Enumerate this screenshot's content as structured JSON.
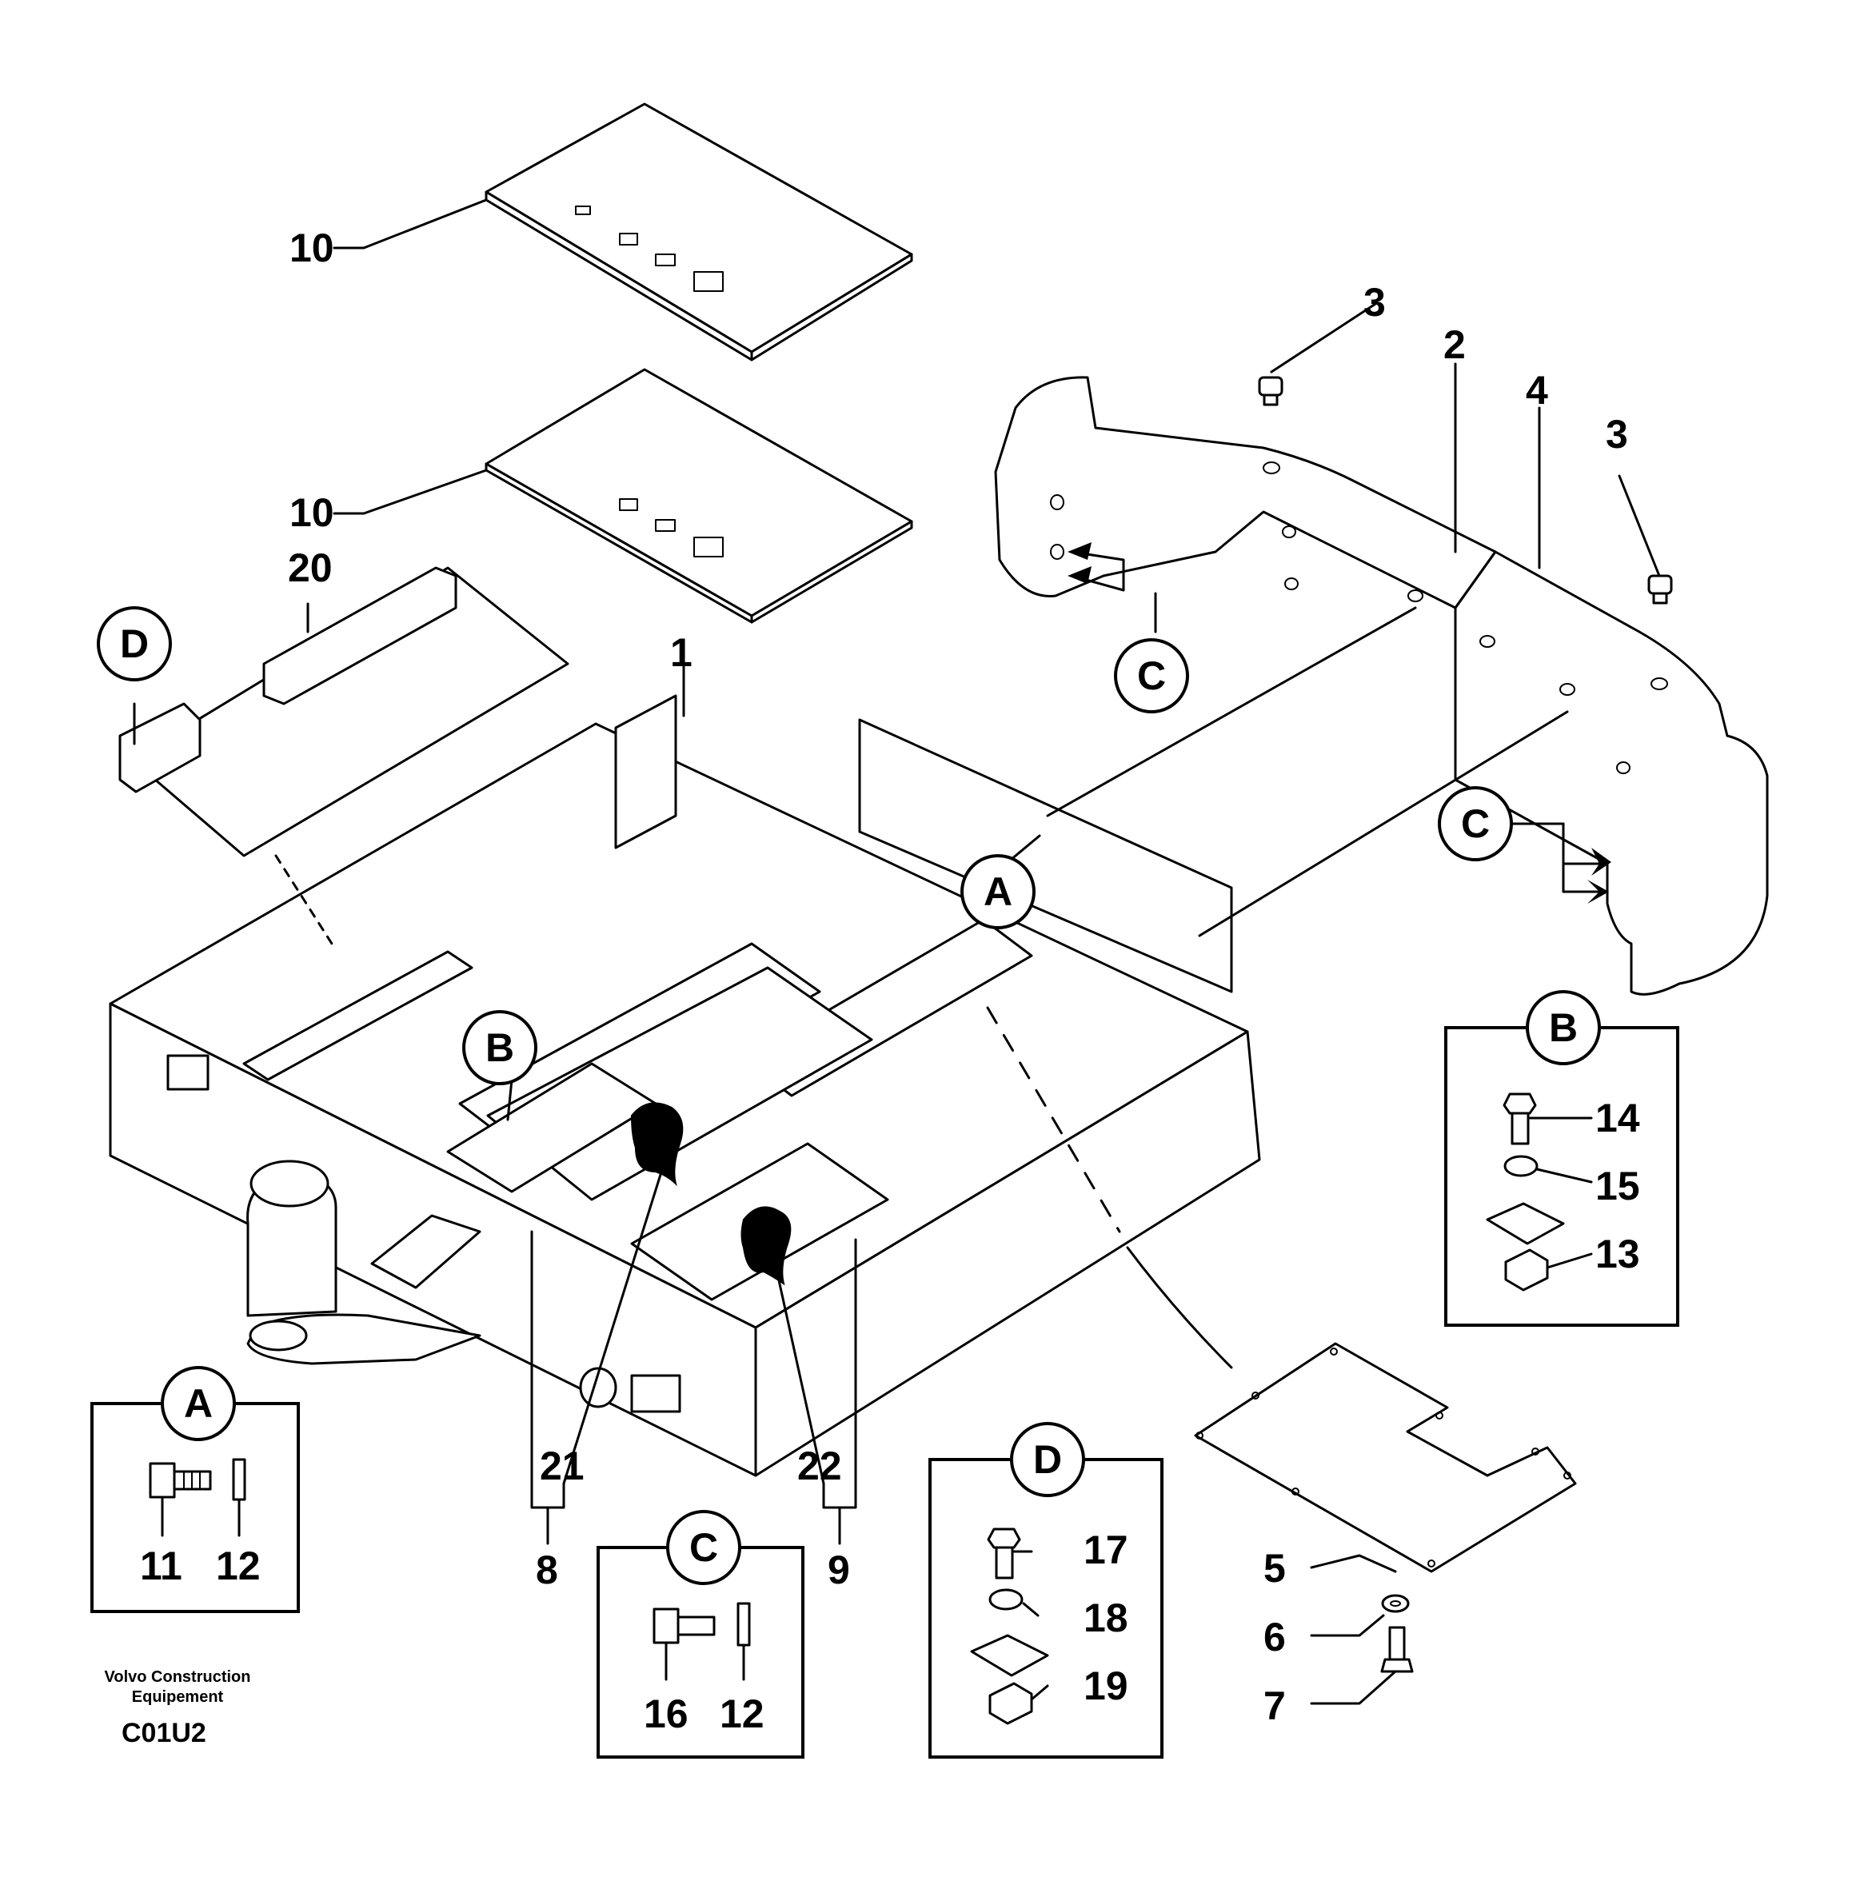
{
  "callouts": {
    "c1": "1",
    "c2": "2",
    "c3a": "3",
    "c3b": "3",
    "c4": "4",
    "c5": "5",
    "c6": "6",
    "c7": "7",
    "c8": "8",
    "c9": "9",
    "c10a": "10",
    "c10b": "10",
    "c11": "11",
    "c12a": "12",
    "c12b": "12",
    "c13": "13",
    "c14": "14",
    "c15": "15",
    "c16": "16",
    "c17": "17",
    "c18": "18",
    "c19": "19",
    "c20": "20",
    "c21": "21",
    "c22": "22"
  },
  "refs": {
    "a_main": "A",
    "a_box": "A",
    "b_main": "B",
    "b_box": "B",
    "c_upper": "C",
    "c_lower": "C",
    "c_box": "C",
    "d_main": "D",
    "d_box": "D"
  },
  "footer": {
    "maker_line1": "Volvo Construction",
    "maker_line2": "Equipement",
    "code": "C01U2"
  }
}
